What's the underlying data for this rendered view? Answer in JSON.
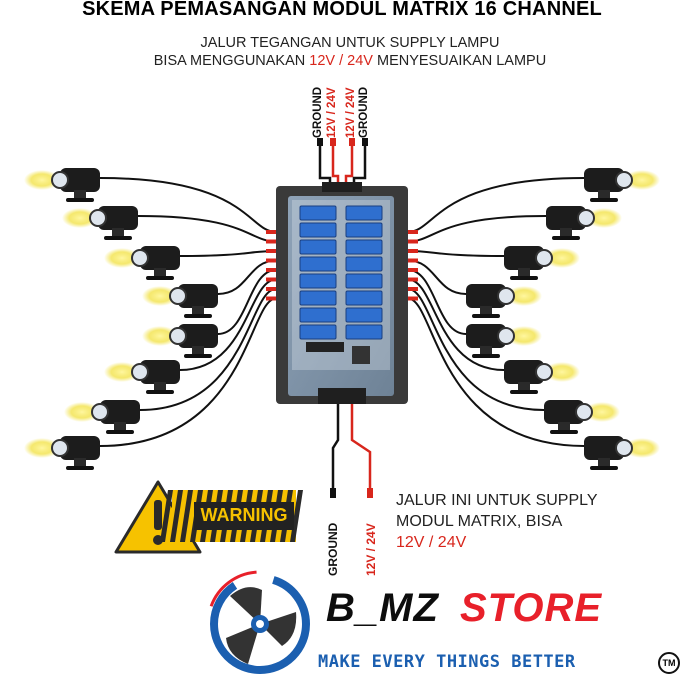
{
  "title": "SKEMA PEMASANGAN MODUL MATRIX 16 CHANNEL",
  "colors": {
    "title": "#1c4f9c",
    "accent_red": "#d8261c",
    "lamp_glow": "#f2e24a",
    "module_blue": "#2f6fcf",
    "warning_yellow": "#f6c200"
  },
  "top_note": {
    "line1": "JALUR TEGANGAN UNTUK SUPPLY LAMPU",
    "line2_pre": "BISA MENGGUNAKAN ",
    "line2_hl": "12V / 24V",
    "line2_post": " MENYESUAIKAN LAMPU"
  },
  "top_wires": {
    "ground_left": "GROUND",
    "v1": "12V / 24V",
    "v2": "12V / 24V",
    "ground_right": "GROUND"
  },
  "bottom_wires": {
    "ground": "GROUND",
    "v": "12V / 24V"
  },
  "bottom_note": {
    "line1": "JALUR INI UNTUK SUPPLY",
    "line2": "MODUL MATRIX, BISA",
    "line3": "12V / 24V"
  },
  "warning": {
    "label": "WARNING",
    "icon": "warning-triangle-icon"
  },
  "logo": {
    "name_part1": "B_MZ",
    "name_part2": "STORE",
    "tagline": "MAKE EVERY THINGS BETTER",
    "trademark": "TM",
    "icon": "fan-logo-icon"
  },
  "lamps": {
    "count_per_side": 8,
    "icon": "spotlight-lamp-icon"
  },
  "module": {
    "channels": 16,
    "icon": "relay-module-icon"
  }
}
